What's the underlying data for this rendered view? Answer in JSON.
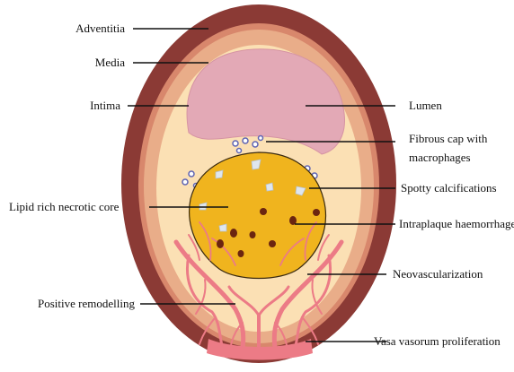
{
  "labels": {
    "adventitia": "Adventitia",
    "media": "Media",
    "intima": "Intima",
    "lumen": "Lumen",
    "fibrous_cap_1": "Fibrous cap with",
    "fibrous_cap_2": "macrophages",
    "spotty_calcifications": "Spotty calcifications",
    "lipid_core": "Lipid rich necrotic core",
    "intraplaque_haemorrhage": "Intraplaque haemorrhage",
    "neovascularization": "Neovascularization",
    "positive_remodelling": "Positive remodelling",
    "vasa_vasorum": "Vasa vasorum proliferation"
  },
  "colors": {
    "adventitia": "#8b3a35",
    "media": "#e2a07e",
    "intima": "#f9dcb0",
    "lumen": "#e3a9b6",
    "necrotic_core": "#f0b41e",
    "vessels": "#ec7b86",
    "haemorrhage": "#6b2510",
    "macrophage": "#5e64b3",
    "calcification": "#dfe6ee"
  }
}
